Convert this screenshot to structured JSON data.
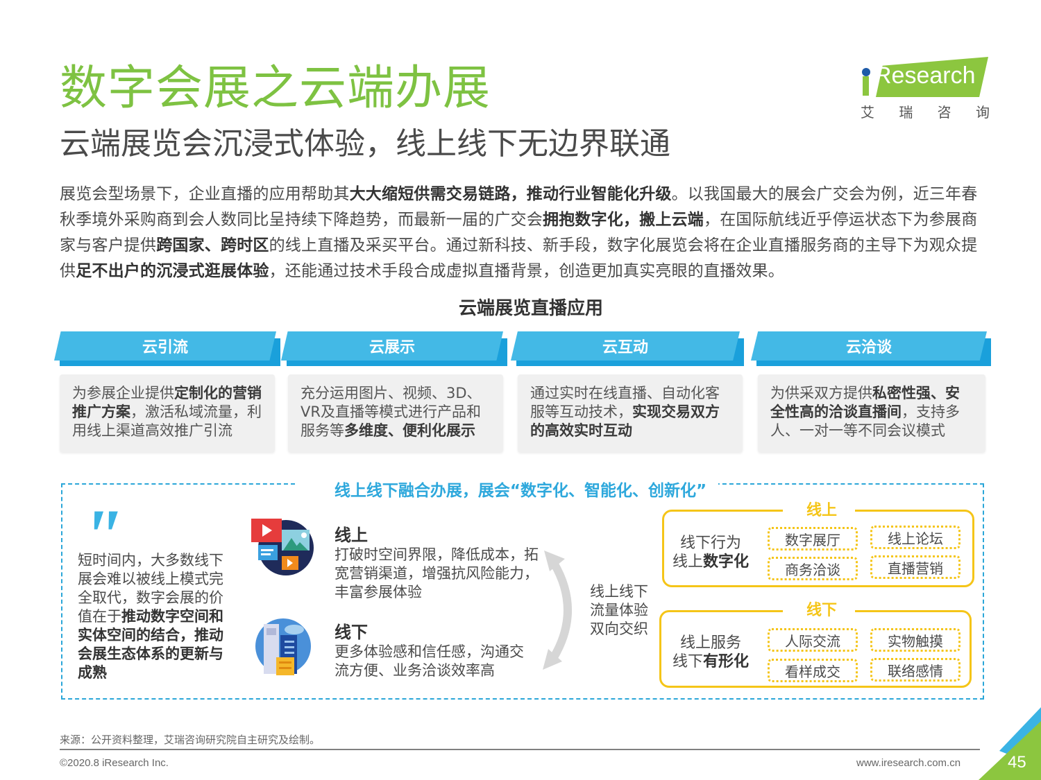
{
  "header": {
    "title": "数字会展之云端办展",
    "subtitle": "云端展览会沉浸式体验，线上线下无边界联通"
  },
  "logo": {
    "brand": "Research",
    "cn": [
      "艾",
      "瑞",
      "咨",
      "询"
    ]
  },
  "intro": {
    "segments": [
      {
        "t": "展览会型场景下，企业直播的应用帮助其",
        "b": false
      },
      {
        "t": "大大缩短供需交易链路，推动行业智能化升级",
        "b": true
      },
      {
        "t": "。以我国最大的展会广交会为例，近三年春秋季境外采购商到会人数同比呈持续下降趋势，而最新一届的广交会",
        "b": false
      },
      {
        "t": "拥抱数字化，搬上云端",
        "b": true
      },
      {
        "t": "，在国际航线近乎停运状态下为参展商家与客户提供",
        "b": false
      },
      {
        "t": "跨国家、跨时区",
        "b": true
      },
      {
        "t": "的线上直播及采买平台。通过新科技、新手段，数字化展览会将在企业直播服务商的主导下为观众提供",
        "b": false
      },
      {
        "t": "足不出户的沉浸式逛展体验",
        "b": true
      },
      {
        "t": "，还能通过技术手段合成虚拟直播背景，创造更加真实亮眼的直播效果。",
        "b": false
      }
    ]
  },
  "section_title": "云端展览直播应用",
  "cards": [
    {
      "title": "云引流",
      "segments": [
        {
          "t": "为参展企业提供",
          "b": false
        },
        {
          "t": "定制化的营销推广方案",
          "b": true
        },
        {
          "t": "，激活私域流量，利用线上渠道高效推广引流",
          "b": false
        }
      ]
    },
    {
      "title": "云展示",
      "segments": [
        {
          "t": "充分运用图片、视频、3D、VR及直播等模式进行产品和服务等",
          "b": false
        },
        {
          "t": "多维度、便利化展示",
          "b": true
        }
      ]
    },
    {
      "title": "云互动",
      "segments": [
        {
          "t": "通过实时在线直播、自动化客服等互动技术，",
          "b": false
        },
        {
          "t": "实现交易双方的高效实时互动",
          "b": true
        }
      ]
    },
    {
      "title": "云洽谈",
      "segments": [
        {
          "t": "为供采双方提供",
          "b": false
        },
        {
          "t": "私密性强、安全性高的洽谈直播间",
          "b": true
        },
        {
          "t": "，支持多人、一对一等不同会议模式",
          "b": false
        }
      ]
    }
  ],
  "fusion": {
    "title": "线上线下融合办展，展会“数字化、智能化、创新化”",
    "quote_mark": "\"",
    "quote_segments": [
      {
        "t": "短时间内，大多数线下展会难以被线上模式完全取代，数字会展的价值在于",
        "b": false
      },
      {
        "t": "推动数字空间和实体空间的结合，推动会展生态体系的更新与成熟",
        "b": true
      }
    ],
    "online": {
      "title": "线上",
      "text": "打破时空间界限，降低成本，拓宽营销渠道，增强抗风险能力，丰富参展体验"
    },
    "offline": {
      "title": "线下",
      "text": "更多体验感和信任感，沟通交流方便、业务洽谈效率高"
    },
    "arrow_label": [
      "线上线下",
      "流量体验",
      "双向交织"
    ],
    "groups": [
      {
        "label": "线上",
        "left_line1": "线下行为",
        "left_line2_plain": "线上",
        "left_line2_bold": "数字化",
        "tags": [
          "数字展厅",
          "线上论坛",
          "商务洽谈",
          "直播营销"
        ]
      },
      {
        "label": "线下",
        "left_line1": "线上服务",
        "left_line2_plain": "线下",
        "left_line2_bold": "有形化",
        "tags": [
          "人际交流",
          "实物触摸",
          "看样成交",
          "联络感情"
        ]
      }
    ]
  },
  "footer": {
    "source": "来源：公开资料整理，艾瑞咨询研究院自主研究及绘制。",
    "copyright": "©2020.8 iResearch Inc.",
    "website": "www.iresearch.com.cn",
    "page": "45"
  },
  "colors": {
    "title_green": "#7ec242",
    "banner_blue": "#43b9e6",
    "accent_yellow": "#f5c518",
    "dash_blue": "#2aa6d8"
  }
}
